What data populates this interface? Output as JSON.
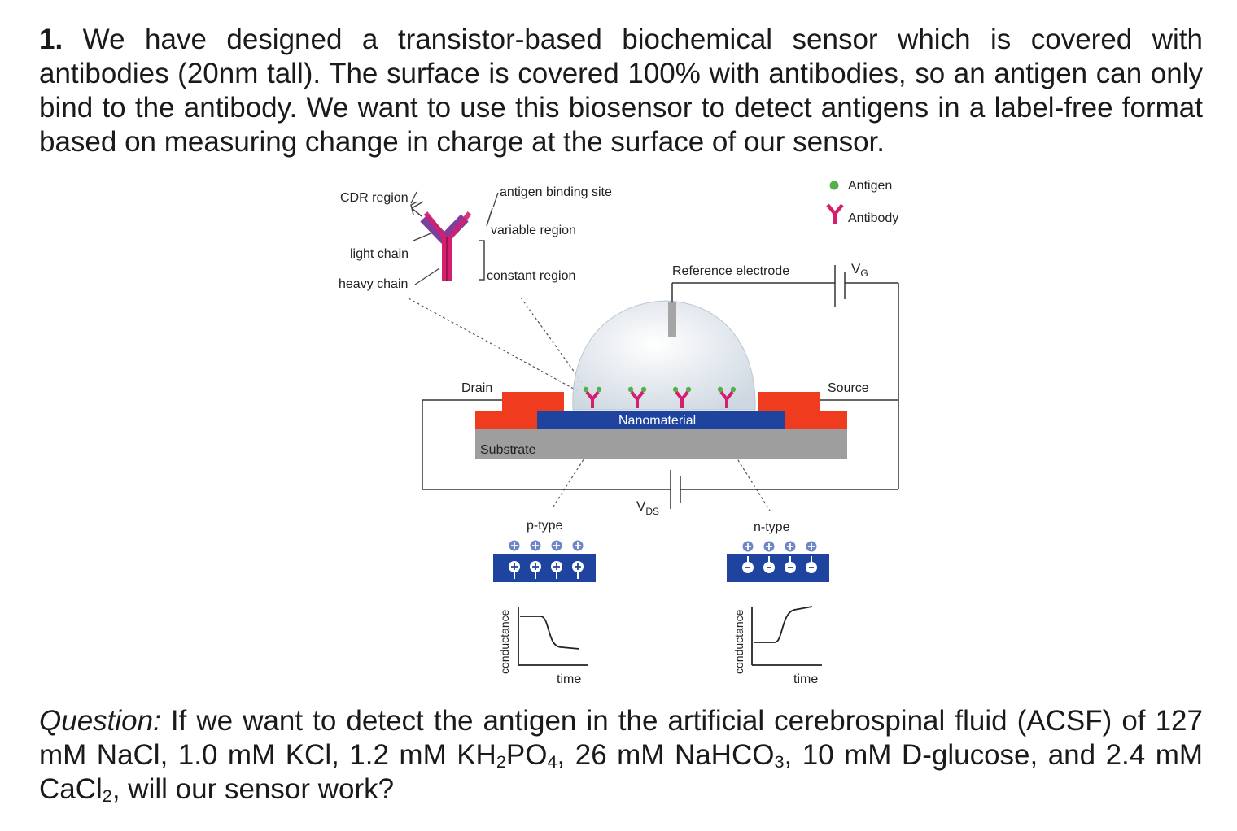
{
  "intro": {
    "number": "1.",
    "text": "We have designed a transistor-based biochemical sensor which is covered with antibodies (20nm tall). The surface is covered 100% with antibodies, so an antigen can only bind to the antibody. We want to use this biosensor to detect antigens in a label-free format based on measuring change in charge at the surface of our sensor."
  },
  "diagram": {
    "antibody_labels": {
      "cdr_region": "CDR region",
      "antigen_binding_site": "antigen binding site",
      "variable_region": "variable region",
      "light_chain": "light chain",
      "heavy_chain": "heavy chain",
      "constant_region": "constant region"
    },
    "legend": {
      "antigen": "Antigen",
      "antibody": "Antibody"
    },
    "reference_electrode": "Reference electrode",
    "vg": {
      "main": "V",
      "sub": "G"
    },
    "vds": {
      "main": "V",
      "sub": "DS"
    },
    "drain": "Drain",
    "source": "Source",
    "nanomaterial": "Nanomaterial",
    "substrate": "Substrate",
    "p_type": "p-type",
    "n_type": "n-type",
    "plot_ylabel": "conductance",
    "plot_xlabel": "time",
    "colors": {
      "electrode": "#f03c1e",
      "nanomaterial": "#1e44a0",
      "substrate": "#9e9e9e",
      "antibody": "#d41f6e",
      "antigen": "#56b04a",
      "charge": "#6e86c8"
    }
  },
  "question": {
    "label": "Question:",
    "text_1": " If we want to detect the antigen in the artificial cerebrospinal fluid (ACSF) of 127 mM NaCl, 1.0 mM KCl, 1.2 mM KH",
    "sub_1": "2",
    "text_2": "PO",
    "sub_2": "4",
    "text_3": ", 26 mM NaHCO",
    "sub_3": "3",
    "text_4": ", 10 mM D-glucose, and 2.4 mM CaCl",
    "sub_4": "2",
    "text_5": ", will our sensor work?"
  }
}
